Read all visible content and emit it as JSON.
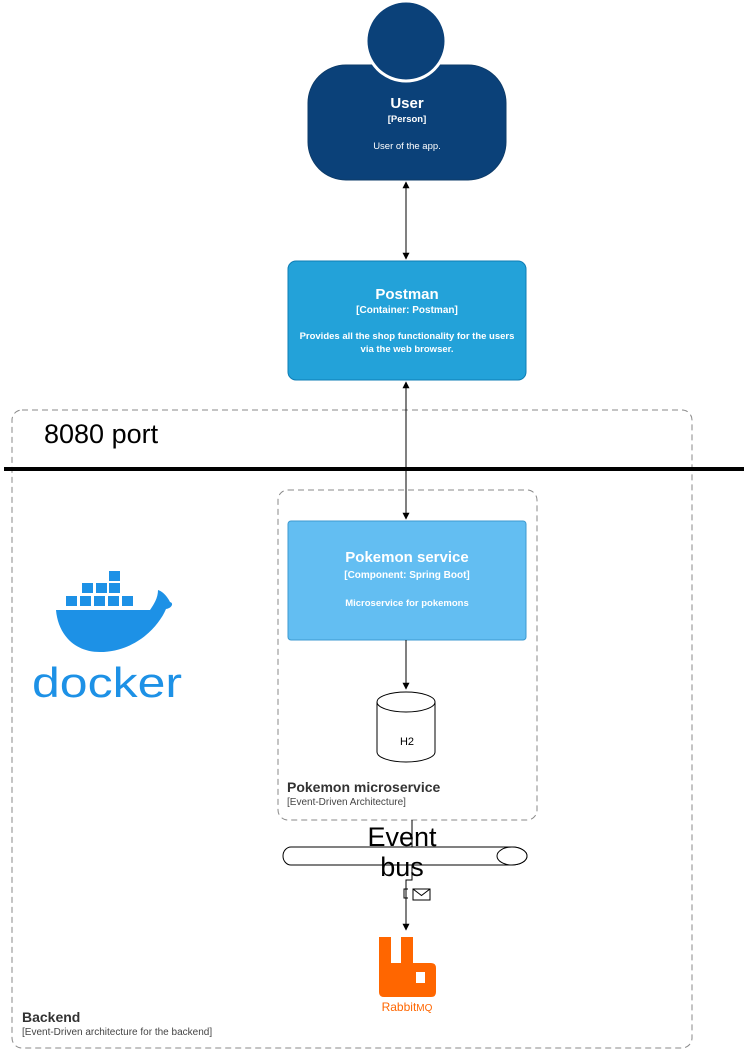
{
  "user": {
    "title": "User",
    "type": "[Person]",
    "description": "User of the app."
  },
  "postman": {
    "title": "Postman",
    "type": "[Container: Postman]",
    "description_line1": "Provides all the shop functionality for the users",
    "description_line2": "via the web browser."
  },
  "port_label": "8080 port",
  "pokemon_service": {
    "title": "Pokemon service",
    "type": "[Component: Spring Boot]",
    "description": "Microservice for pokemons"
  },
  "database": {
    "label": "H2"
  },
  "pokemon_group": {
    "title": "Pokemon microservice",
    "subtitle": "[Event-Driven Architecture]"
  },
  "event_bus": {
    "label_line1": "Event",
    "label_line2": "bus"
  },
  "rabbitmq": {
    "word1": "Rabbit",
    "word2": "MQ"
  },
  "docker": {
    "wordmark": "docker"
  },
  "backend_group": {
    "title": "Backend",
    "subtitle": "[Event-Driven architecture for the backend]"
  },
  "colors": {
    "person": "#0b4179",
    "container": "#23a2d9",
    "component": "#63bef2",
    "docker": "#1d91e6",
    "rabbitmq": "#ff6600",
    "boundary": "#888888"
  }
}
